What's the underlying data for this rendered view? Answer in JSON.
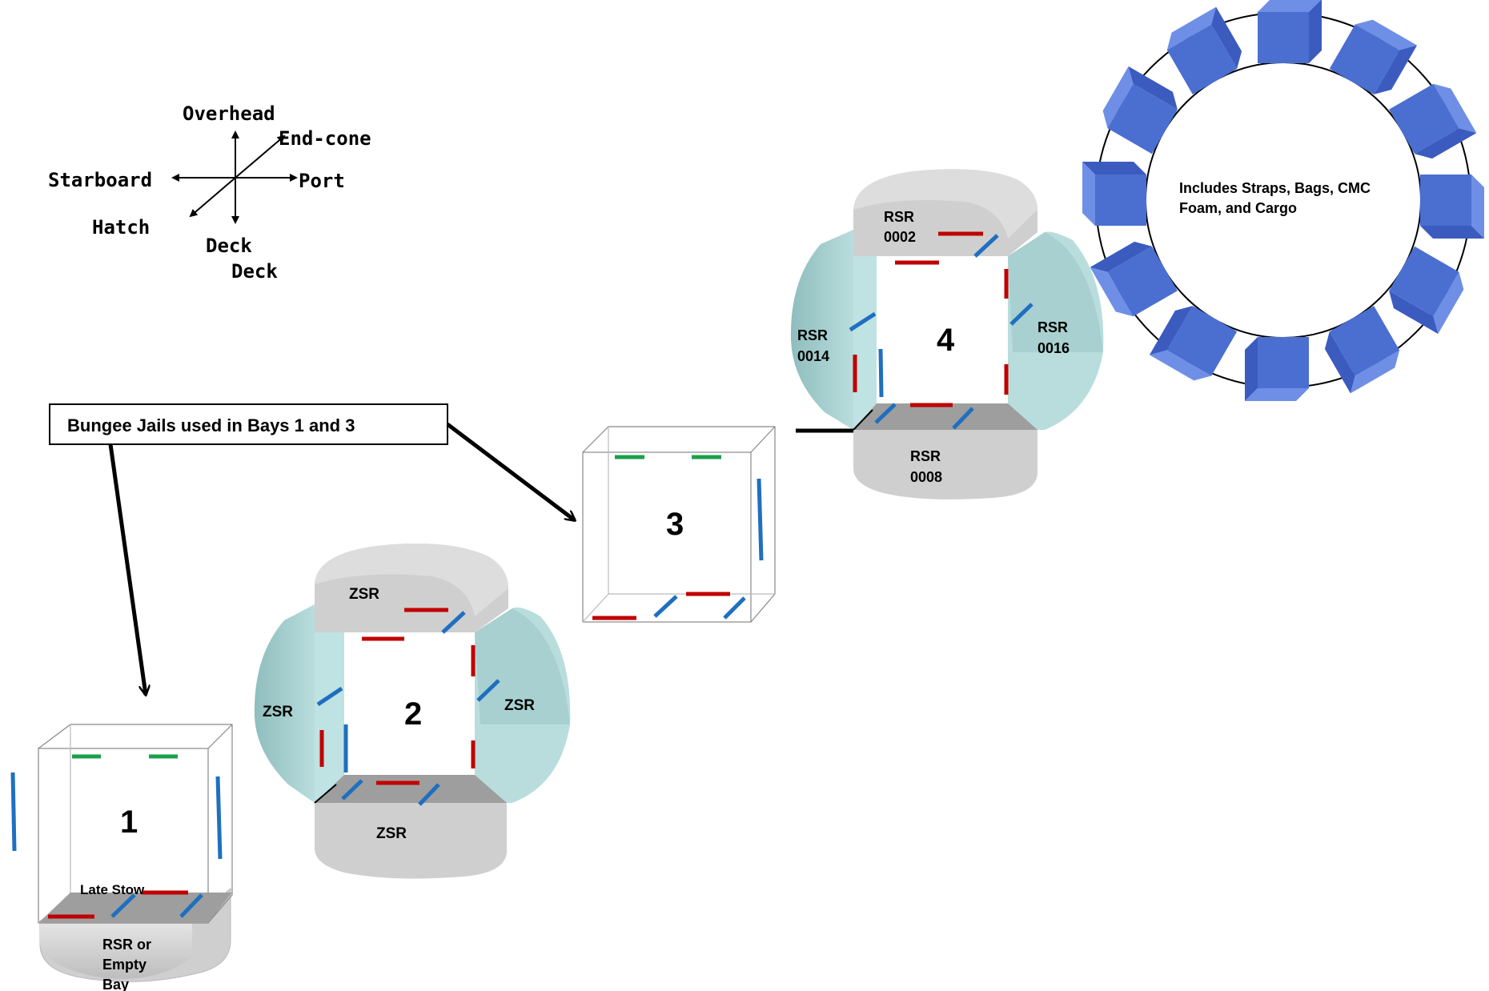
{
  "compass": {
    "overhead": "Overhead",
    "end_cone": "End-cone",
    "starboard": "Starboard",
    "port": "Port",
    "hatch": "Hatch",
    "deck1": "Deck",
    "deck2": "Deck"
  },
  "callout": {
    "text": "Bungee Jails used  in Bays 1 and 3"
  },
  "bay1": {
    "number": "1",
    "late_stow": "Late Stow",
    "bottom_line1": "RSR or",
    "bottom_line2": "Empty",
    "bottom_line3": "Bay"
  },
  "bay2": {
    "number": "2",
    "top": "ZSR",
    "left": "ZSR",
    "right": "ZSR",
    "bottom": "ZSR"
  },
  "bay3": {
    "number": "3"
  },
  "bay4": {
    "number": "4",
    "top_line1": "RSR",
    "top_line2": "0002",
    "left_line1": "RSR",
    "left_line2": "0014",
    "right_line1": "RSR",
    "right_line2": "0016",
    "bottom_line1": "RSR",
    "bottom_line2": "0008"
  },
  "ring": {
    "line1": "Includes Straps, Bags, CMC",
    "line2": "Foam, and Cargo",
    "block_count": 12
  },
  "colors": {
    "tan_gray": "#c8c8c8",
    "teal": "#9cc8c8",
    "strap_red": "#c00000",
    "strap_blue": "#1f6fc0",
    "strap_green": "#1aa04a",
    "block_blue": "#4a6fd0",
    "deck_gray": "#9a9a9a"
  }
}
